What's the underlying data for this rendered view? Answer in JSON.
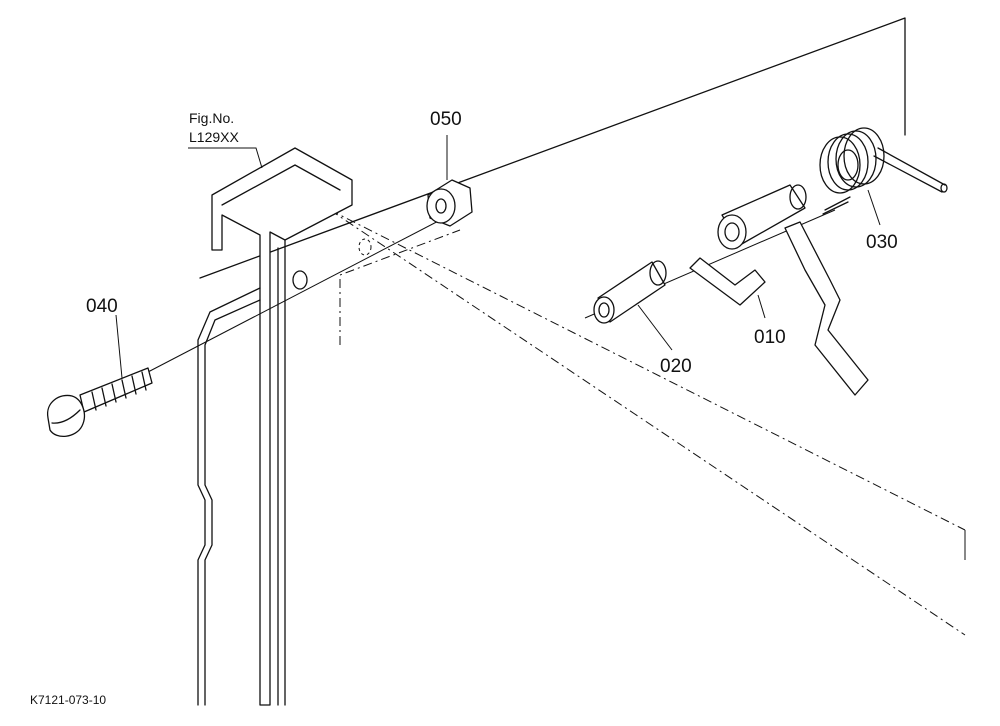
{
  "figure_ref": {
    "line1": "Fig.No.",
    "line2": "L129XX"
  },
  "parts": [
    {
      "id": "010"
    },
    {
      "id": "020"
    },
    {
      "id": "030"
    },
    {
      "id": "040"
    },
    {
      "id": "050"
    }
  ],
  "drawing_number": "K7121-073-10"
}
